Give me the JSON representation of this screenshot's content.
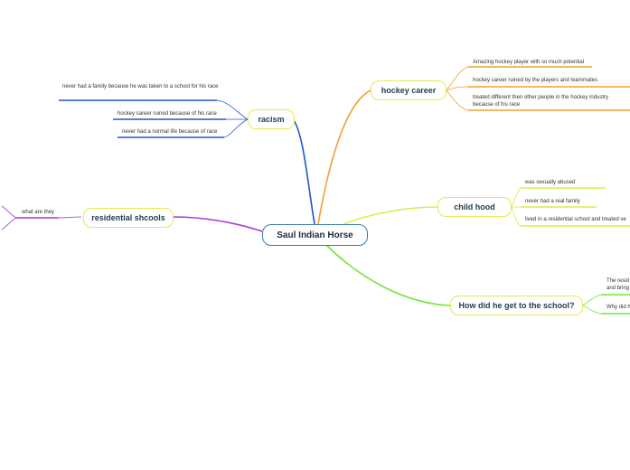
{
  "central": {
    "label": "Saul Indian Horse"
  },
  "colors": {
    "racism": "#2255cc",
    "hockey": "#f0a030",
    "childhood": "#e2ea45",
    "residential": "#a83ad8",
    "school": "#6ee83a",
    "central_border": "#3a78b8",
    "node_border": "#e6ea55"
  },
  "topics": {
    "racism": {
      "label": "racism",
      "items": [
        "never had a family because he was taken to a school for his race",
        "hockey career ruined because of his race",
        "never had a normal life because of race"
      ]
    },
    "hockey": {
      "label": "hockey career",
      "items": [
        "Amazing hockey player with so much potential",
        "hockey career ruined by the players and teammates",
        "treated different then other people in the hockey industry because of his race"
      ]
    },
    "childhood": {
      "label": "child hood",
      "items": [
        "was sexually abused",
        "never had a real family",
        "lived in a residential school and treated ve"
      ]
    },
    "residential": {
      "label": "residential shcools",
      "items": [
        "what are they"
      ]
    },
    "school": {
      "label": "How did he get to the school?",
      "items": [
        "The resid",
        "and bring",
        "Why did h"
      ]
    }
  }
}
